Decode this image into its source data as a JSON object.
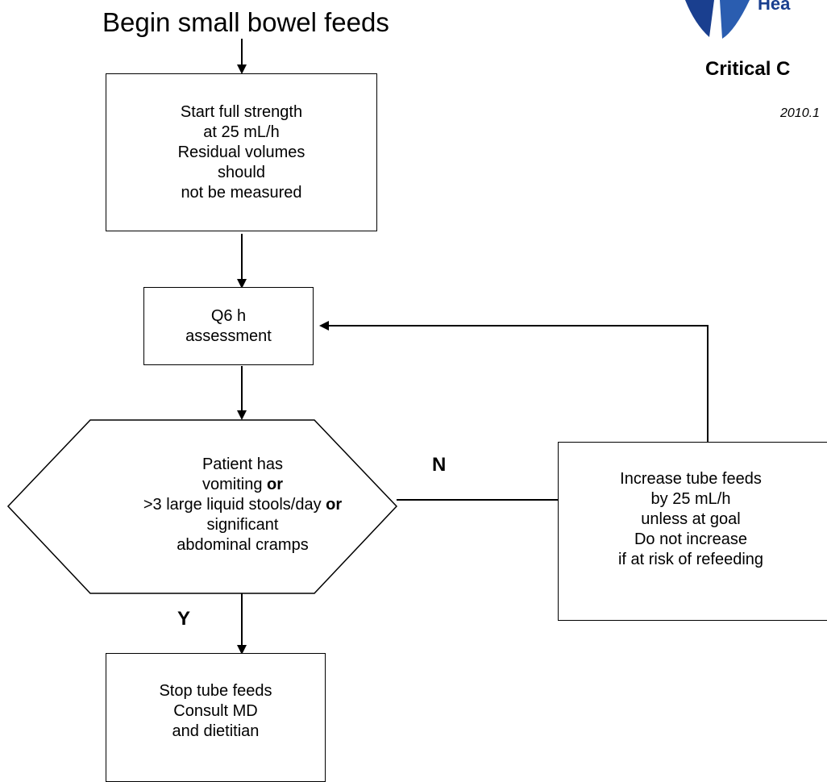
{
  "title": "Begin small bowel feeds",
  "header": {
    "org_text_partial": "Hea",
    "dept_partial": "Critical C",
    "date_partial": "2010.1"
  },
  "nodes": {
    "start": {
      "lines": [
        "Start full strength",
        "at 25 mL/h",
        "Residual volumes",
        "should",
        "not be measured"
      ]
    },
    "assessment": {
      "lines": [
        "Q6 h",
        "assessment"
      ]
    },
    "decision": {
      "line1": "Patient has",
      "line2_pre": "vomiting ",
      "line2_bold": "or",
      "line3_pre": ">3 large liquid stools/day ",
      "line3_bold": "or",
      "line4": "significant",
      "line5": "abdominal cramps"
    },
    "increase": {
      "lines": [
        "Increase tube feeds",
        "by 25 mL/h",
        "unless at goal",
        "Do not increase",
        "if at risk of refeeding"
      ]
    },
    "stop": {
      "lines": [
        "Stop tube feeds",
        "Consult MD",
        "and dietitian"
      ]
    }
  },
  "edges": {
    "no_label": "N",
    "yes_label": "Y"
  },
  "colors": {
    "logo_blue": "#1a3f8f",
    "stroke": "#000000"
  }
}
